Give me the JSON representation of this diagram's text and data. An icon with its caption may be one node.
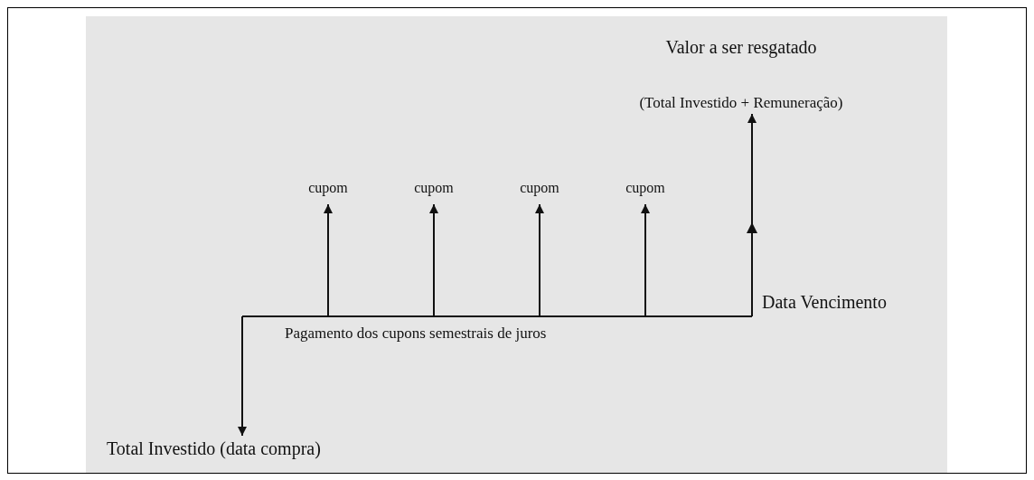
{
  "diagram": {
    "nodes": [
      {
        "text": [
          "Valor a ser resgatado",
          "(Total Investido + Remuneração)"
        ]
      },
      {
        "text": [
          "cupom"
        ]
      },
      {
        "text": [
          "cupom"
        ]
      },
      {
        "text": [
          "cupom"
        ]
      },
      {
        "text": [
          "cupom"
        ]
      },
      {
        "text": [
          "Total Investido (data compra)"
        ]
      }
    ],
    "edges": [
      {
        "from": null,
        "to": 1,
        "arrow": "to"
      },
      {
        "from": null,
        "to": 2,
        "arrow": "to"
      },
      {
        "from": null,
        "to": 3,
        "arrow": "to"
      },
      {
        "from": null,
        "to": 4,
        "arrow": "to"
      },
      {
        "from": null,
        "to": 0,
        "arrow": "to"
      },
      {
        "from": null,
        "to": 5,
        "arrow": "to"
      }
    ],
    "labels": [
      "Data Vencimento",
      "Pagamento dos cupons semestrais de juros"
    ]
  }
}
